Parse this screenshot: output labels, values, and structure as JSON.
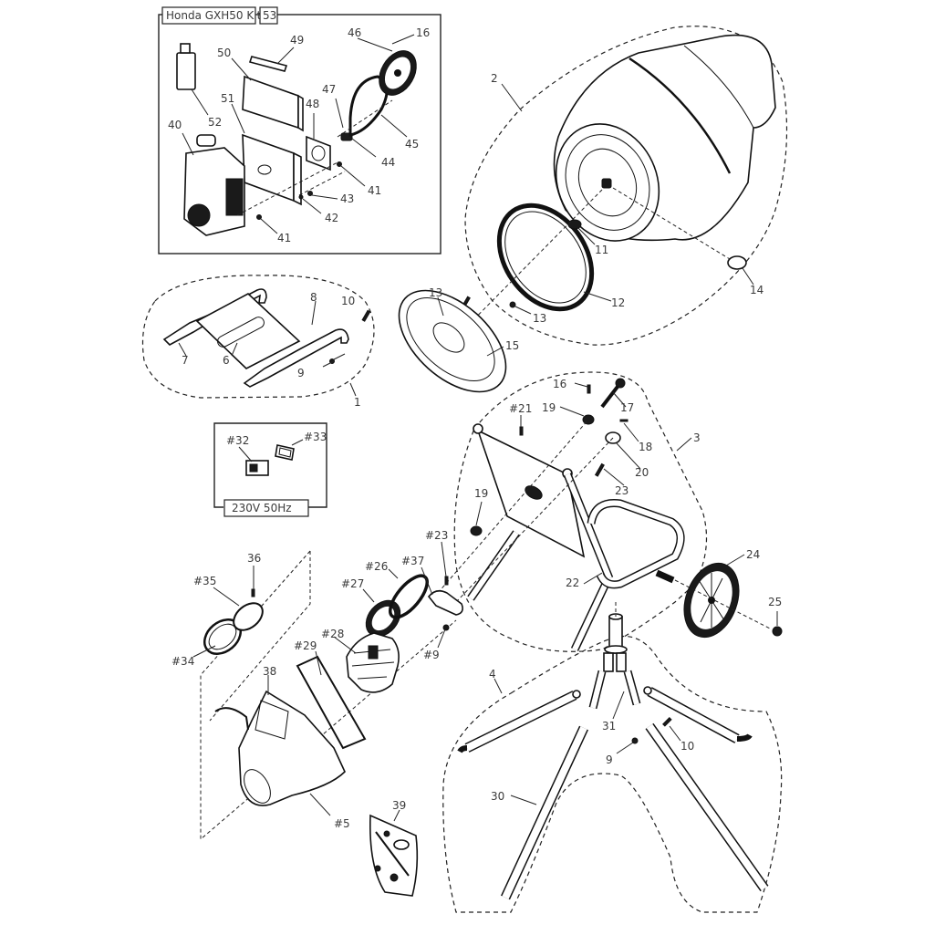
{
  "diagram": {
    "title": "Cement mixer exploded parts diagram",
    "kit_box": {
      "title": "Honda GXH50 Kit",
      "number": "53"
    },
    "voltage_box": {
      "label": "230V  50Hz"
    },
    "label_color": "#3a3a3a",
    "labels": {
      "p1": "1",
      "p2": "2",
      "p3": "3",
      "p4": "4",
      "p5": "#5",
      "p6": "6",
      "p7": "7",
      "p8": "8",
      "p9a": "9",
      "p9b": "#9",
      "p9c": "9",
      "p10a": "10",
      "p10b": "10",
      "p11": "11",
      "p12": "12",
      "p13a": "13",
      "p13b": "13",
      "p14": "14",
      "p15": "15",
      "p16a": "16",
      "p16b": "16",
      "p17": "17",
      "p18": "18",
      "p19a": "19",
      "p19b": "19",
      "p20": "20",
      "p21": "#21",
      "p22": "22",
      "p23a": "23",
      "p23b": "#23",
      "p24": "24",
      "p25": "25",
      "p26": "#26",
      "p27": "#27",
      "p28": "#28",
      "p29": "#29",
      "p30": "30",
      "p31": "31",
      "p32": "#32",
      "p33": "#33",
      "p34": "#34",
      "p35": "#35",
      "p36": "36",
      "p37": "#37",
      "p38": "38",
      "p39": "39",
      "p40": "40",
      "p41a": "41",
      "p41b": "41",
      "p42": "42",
      "p43": "43",
      "p44": "44",
      "p45": "45",
      "p46": "46",
      "p47": "47",
      "p48": "48",
      "p49": "49",
      "p50": "50",
      "p51": "51",
      "p52": "52"
    }
  }
}
